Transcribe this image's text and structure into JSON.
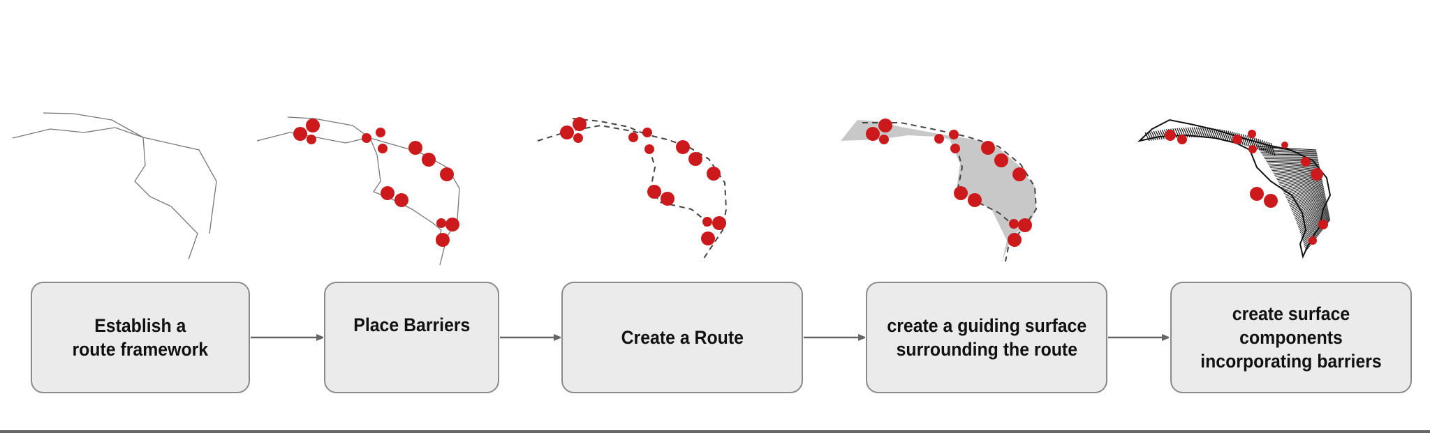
{
  "steps": [
    {
      "label": "Establish a\nroute framework"
    },
    {
      "label": "Place Barriers"
    },
    {
      "label": "Create a Route"
    },
    {
      "label": "create a guiding surface\nsurrounding the route"
    },
    {
      "label": "create surface components\nincorporating barriers"
    }
  ],
  "colors": {
    "barrier": "#cc1a1c",
    "box_fill": "#ebebeb",
    "box_border": "#8a8a8a",
    "arrow": "#666666",
    "surface_fill": "#c8c8c8",
    "line": "#555555"
  }
}
